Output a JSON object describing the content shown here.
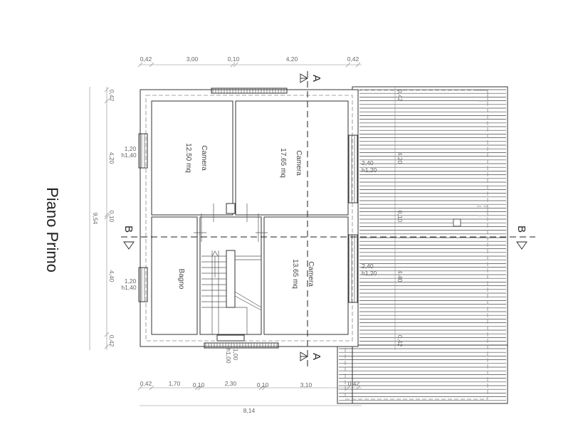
{
  "title": "Piano Primo",
  "section_a": "A",
  "section_b": "B",
  "rooms": [
    {
      "name": "Camera",
      "area": "12.50 mq"
    },
    {
      "name": "Camera",
      "area": "17.65 mq"
    },
    {
      "name": "Bagno",
      "area": ""
    },
    {
      "name": "Camera",
      "area": "13.65 mq"
    }
  ],
  "top_dims": [
    "0,42",
    "3,00",
    "0,10",
    "4,20",
    "0,42"
  ],
  "bottom_dims": [
    "0,42",
    "1,70",
    "0,10",
    "2,30",
    "0,10",
    "3,10",
    "0,42"
  ],
  "bottom_total": "8,14",
  "left_dims": [
    "0,42",
    "4,20",
    "0,10",
    "4,40",
    "0,42"
  ],
  "left_total": "9,54",
  "right_dims": [
    "0,42",
    "4,20",
    "0,10",
    "4,40",
    "0,42"
  ],
  "windows": {
    "left_upper": [
      "1,20",
      "h1,40"
    ],
    "left_lower": [
      "1,20",
      "h1,40"
    ],
    "right_upper": [
      "2,40",
      "h1,20"
    ],
    "right_lower": [
      "2,40",
      "h1,20"
    ],
    "bottom_door": [
      "1,00",
      "h1,00"
    ]
  }
}
